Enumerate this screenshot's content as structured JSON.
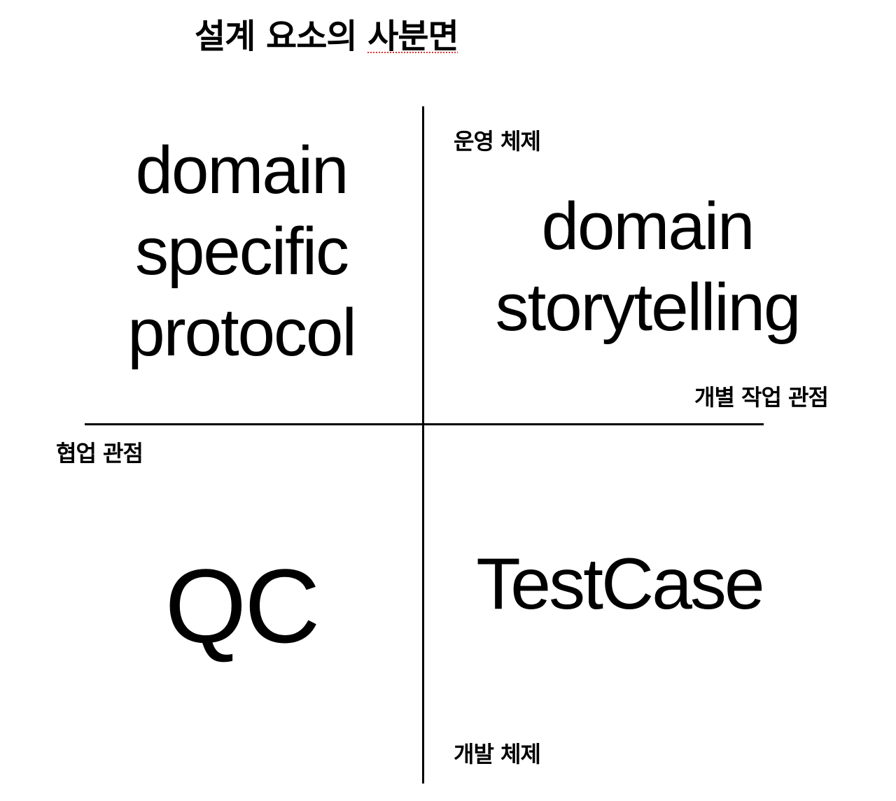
{
  "title": {
    "main": "설계 요소의",
    "underlined": "사분면"
  },
  "axes": {
    "top": "운영 체제",
    "bottom": "개발 체제",
    "right": "개별 작업 관점",
    "left": "협업 관점"
  },
  "quadrants": {
    "top_left": [
      "domain",
      "specific",
      "protocol"
    ],
    "top_right": [
      "domain",
      "storytelling"
    ],
    "bottom_left": "QC",
    "bottom_right": "TestCase"
  }
}
